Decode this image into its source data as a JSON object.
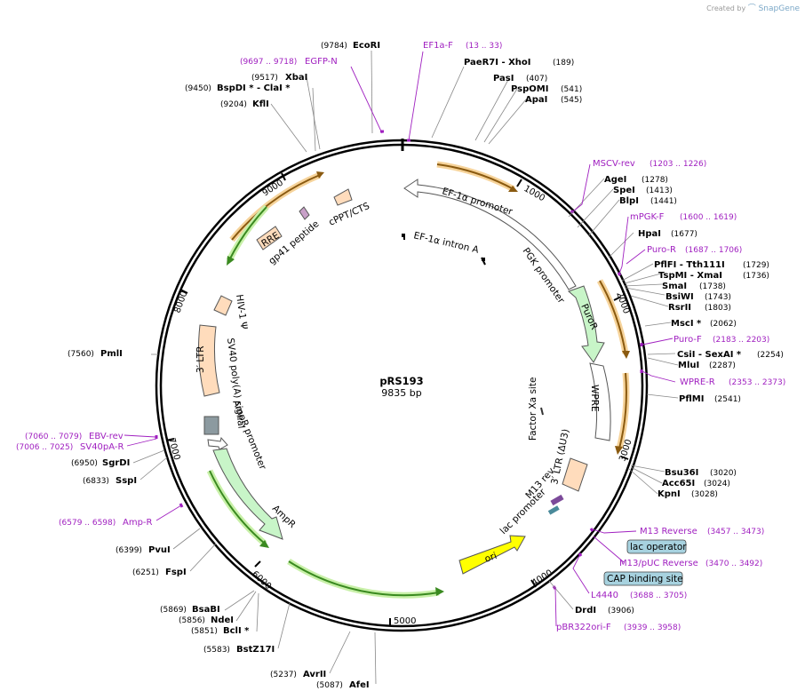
{
  "watermark": {
    "prefix": "Created by",
    "brand": "SnapGene"
  },
  "plasmid": {
    "name": "pRS193",
    "size": "9835 bp",
    "length": 9835
  },
  "colors": {
    "primer": "#a020c0",
    "orf_outline": "#c8822a",
    "orf_green": "#3a8a20",
    "promoter_fill": "#ffffff",
    "marker_fill": "#c8f5c8",
    "ltr_fill": "#ffdcbc",
    "ori_fill": "#ffff00",
    "misc_box": "#a7d2df"
  },
  "ticks": [
    "1000",
    "2000",
    "3000",
    "4000",
    "5000",
    "6000",
    "7000",
    "8000",
    "9000"
  ],
  "sites": [
    {
      "name": "EcoRI",
      "pos": "(9784)"
    },
    {
      "name": "PaeR7I  - XhoI",
      "pos": "(189)"
    },
    {
      "name": "PasI",
      "pos": "(407)"
    },
    {
      "name": "PspOMI",
      "pos": "(541)"
    },
    {
      "name": "ApaI",
      "pos": "(545)"
    },
    {
      "name": "XbaI",
      "pos": "(9517)"
    },
    {
      "name": "BspDI *  - ClaI *",
      "pos": "(9450)"
    },
    {
      "name": "KflI",
      "pos": "(9204)"
    },
    {
      "name": "AgeI",
      "pos": "(1278)"
    },
    {
      "name": "SpeI",
      "pos": "(1413)"
    },
    {
      "name": "BlpI",
      "pos": "(1441)"
    },
    {
      "name": "HpaI",
      "pos": "(1677)"
    },
    {
      "name": "PflFI  - Tth111I",
      "pos": "(1729)"
    },
    {
      "name": "TspMI  - XmaI",
      "pos": "(1736)"
    },
    {
      "name": "SmaI",
      "pos": "(1738)"
    },
    {
      "name": "BsiWI",
      "pos": "(1743)"
    },
    {
      "name": "RsrII",
      "pos": "(1803)"
    },
    {
      "name": "MscI *",
      "pos": "(2062)"
    },
    {
      "name": "CsiI  - SexAI *",
      "pos": "(2254)"
    },
    {
      "name": "MluI",
      "pos": "(2287)"
    },
    {
      "name": "PflMI",
      "pos": "(2541)"
    },
    {
      "name": "Bsu36I",
      "pos": "(3020)"
    },
    {
      "name": "Acc65I",
      "pos": "(3024)"
    },
    {
      "name": "KpnI",
      "pos": "(3028)"
    },
    {
      "name": "DrdI",
      "pos": "(3906)"
    },
    {
      "name": "PmlI",
      "pos": "(7560)"
    },
    {
      "name": "SgrDI",
      "pos": "(6950)"
    },
    {
      "name": "SspI",
      "pos": "(6833)"
    },
    {
      "name": "PvuI",
      "pos": "(6399)"
    },
    {
      "name": "FspI",
      "pos": "(6251)"
    },
    {
      "name": "BsaBI",
      "pos": "(5869)"
    },
    {
      "name": "NdeI",
      "pos": "(5856)"
    },
    {
      "name": "BclI *",
      "pos": "(5851)"
    },
    {
      "name": "BstZ17I",
      "pos": "(5583)"
    },
    {
      "name": "AvrII",
      "pos": "(5237)"
    },
    {
      "name": "AfeI",
      "pos": "(5087)"
    }
  ],
  "primers": [
    {
      "name": "EF1a-F",
      "pos": "(13 .. 33)"
    },
    {
      "name": "EGFP-N",
      "pos": "(9697 .. 9718)"
    },
    {
      "name": "MSCV-rev",
      "pos": "(1203 .. 1226)"
    },
    {
      "name": "mPGK-F",
      "pos": "(1600 .. 1619)"
    },
    {
      "name": "Puro-R",
      "pos": "(1687 .. 1706)"
    },
    {
      "name": "Puro-F",
      "pos": "(2183 .. 2203)"
    },
    {
      "name": "WPRE-R",
      "pos": "(2353 .. 2373)"
    },
    {
      "name": "M13 Reverse",
      "pos": "(3457 .. 3473)"
    },
    {
      "name": "M13/pUC Reverse",
      "pos": "(3470 .. 3492)"
    },
    {
      "name": "L4440",
      "pos": "(3688 .. 3705)"
    },
    {
      "name": "pBR322ori-F",
      "pos": "(3939 .. 3958)"
    },
    {
      "name": "EBV-rev",
      "pos": "(7060 .. 7079)"
    },
    {
      "name": "SV40pA-R",
      "pos": "(7006 .. 7025)"
    },
    {
      "name": "Amp-R",
      "pos": "(6579 .. 6598)"
    }
  ],
  "boxed_features": {
    "lac_operator": "lac operator",
    "cap_site": "CAP binding site"
  },
  "features": {
    "ef1a_promoter": "EF-1α promoter",
    "ef1a_intron": "EF-1α intron A",
    "pgk_promoter": "PGK promoter",
    "puror": "PuroR",
    "wpre": "WPRE",
    "factor_xa": "Factor Xa site",
    "ltr3_du3": "3′ LTR (ΔU3)",
    "m13_rev": "M13 rev",
    "lac_promoter": "lac promoter",
    "ori": "ori",
    "ampr": "AmpR",
    "ampr_promoter": "AmpR promoter",
    "sv40_polya": "SV40 poly(A) signal",
    "ltr3": "3′ LTR",
    "hiv1_psi": "HIV-1 Ψ",
    "rre": "RRE",
    "gp41": "gp41 peptide",
    "cppt": "cPPT/CTS"
  }
}
